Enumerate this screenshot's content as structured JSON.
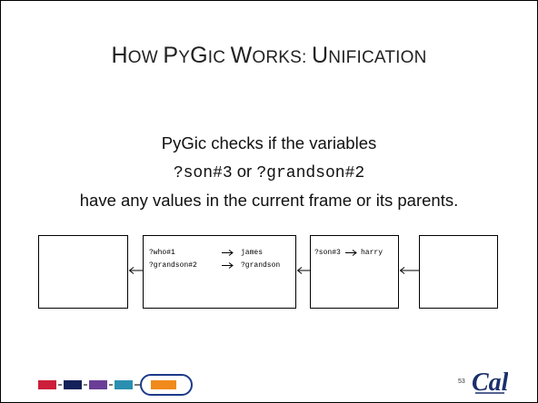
{
  "slide": {
    "title_h": "H",
    "title_ow": "OW ",
    "title_p": "P",
    "title_y": "Y",
    "title_g": "G",
    "title_ic": "IC ",
    "title_w": "W",
    "title_orks": "ORKS: ",
    "title_u": "U",
    "title_nification": "NIFICATION",
    "line1": "PyGic checks if the variables",
    "line2_var1": "?son#3",
    "line2_or": " or ",
    "line2_var2": "?grandson#2",
    "line3": "have any values in the current frame or its parents.",
    "page_number": "53",
    "logo_text": "Cal"
  },
  "frames": {
    "frame2": {
      "b1_var": "?who#1",
      "b1_val": "james",
      "b2_var": "?grandson#2",
      "b2_val": "?grandson"
    },
    "frame3": {
      "b1_var": "?son#3",
      "b1_val": "harry"
    }
  },
  "colors": {
    "nav_red": "#cc1e3a",
    "nav_navy": "#14215a",
    "nav_purple": "#6a3e96",
    "nav_teal": "#2a8fb0",
    "nav_orange": "#f08a1c",
    "logo_gold": "#1c2f6b"
  }
}
